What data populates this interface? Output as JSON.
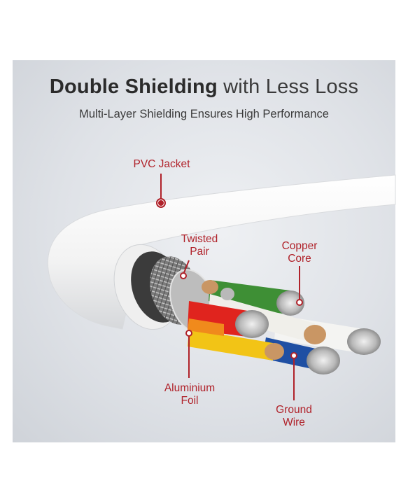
{
  "header": {
    "title_bold": "Double Shielding",
    "title_light": "with Less Loss",
    "subtitle": "Multi-Layer Shielding Ensures High Performance"
  },
  "labels": {
    "pvc_jacket": "PVC Jacket",
    "twisted_pair": "Twisted\nPair",
    "copper_core": "Copper\nCore",
    "aluminium_foil": "Aluminium\nFoil",
    "ground_wire": "Ground\nWire"
  },
  "colors": {
    "accent": "#b0222a",
    "wire_green": "#3e8f35",
    "wire_red": "#e0241e",
    "wire_yellow": "#f2c416",
    "wire_blue": "#1f4fa3",
    "wire_white": "#f4f4f2",
    "jacket": "#f7f7f7"
  }
}
